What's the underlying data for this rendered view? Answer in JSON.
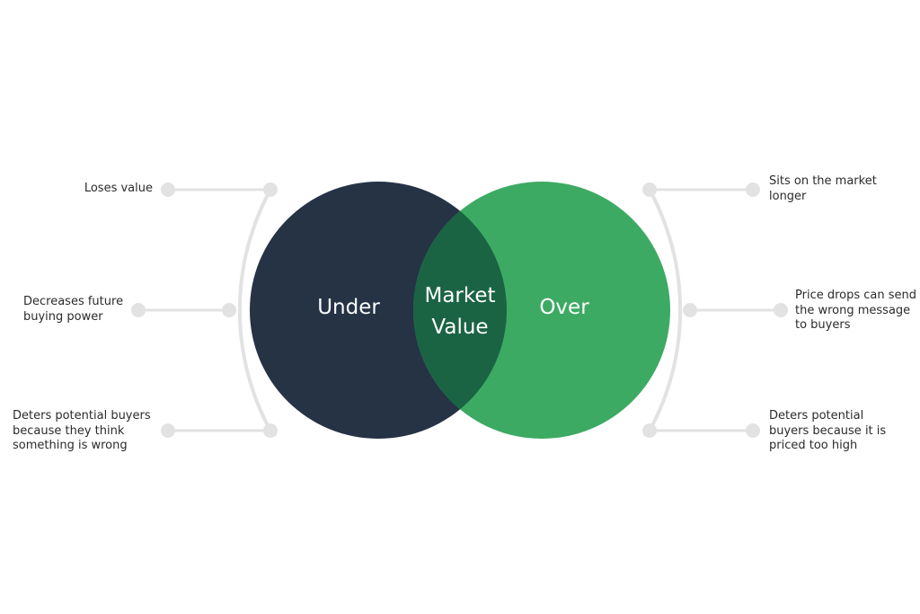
{
  "colors": {
    "under": "#253345",
    "over": "#3daa63",
    "overlap": "#1a6444",
    "connector": "#e2e2e2",
    "text": "#2b2b2b",
    "circle_text": "#ffffff"
  },
  "venn": {
    "left_label": "Under",
    "center_label_line1": "Market",
    "center_label_line2": "Value",
    "right_label": "Over"
  },
  "left_notes": [
    "Loses value",
    "Decreases future buying power",
    "Deters potential buyers because they think something is wrong"
  ],
  "right_notes": [
    "Sits on the market longer",
    "Price drops can send the wrong message to buyers",
    "Deters potential buyers because it is priced too high"
  ]
}
